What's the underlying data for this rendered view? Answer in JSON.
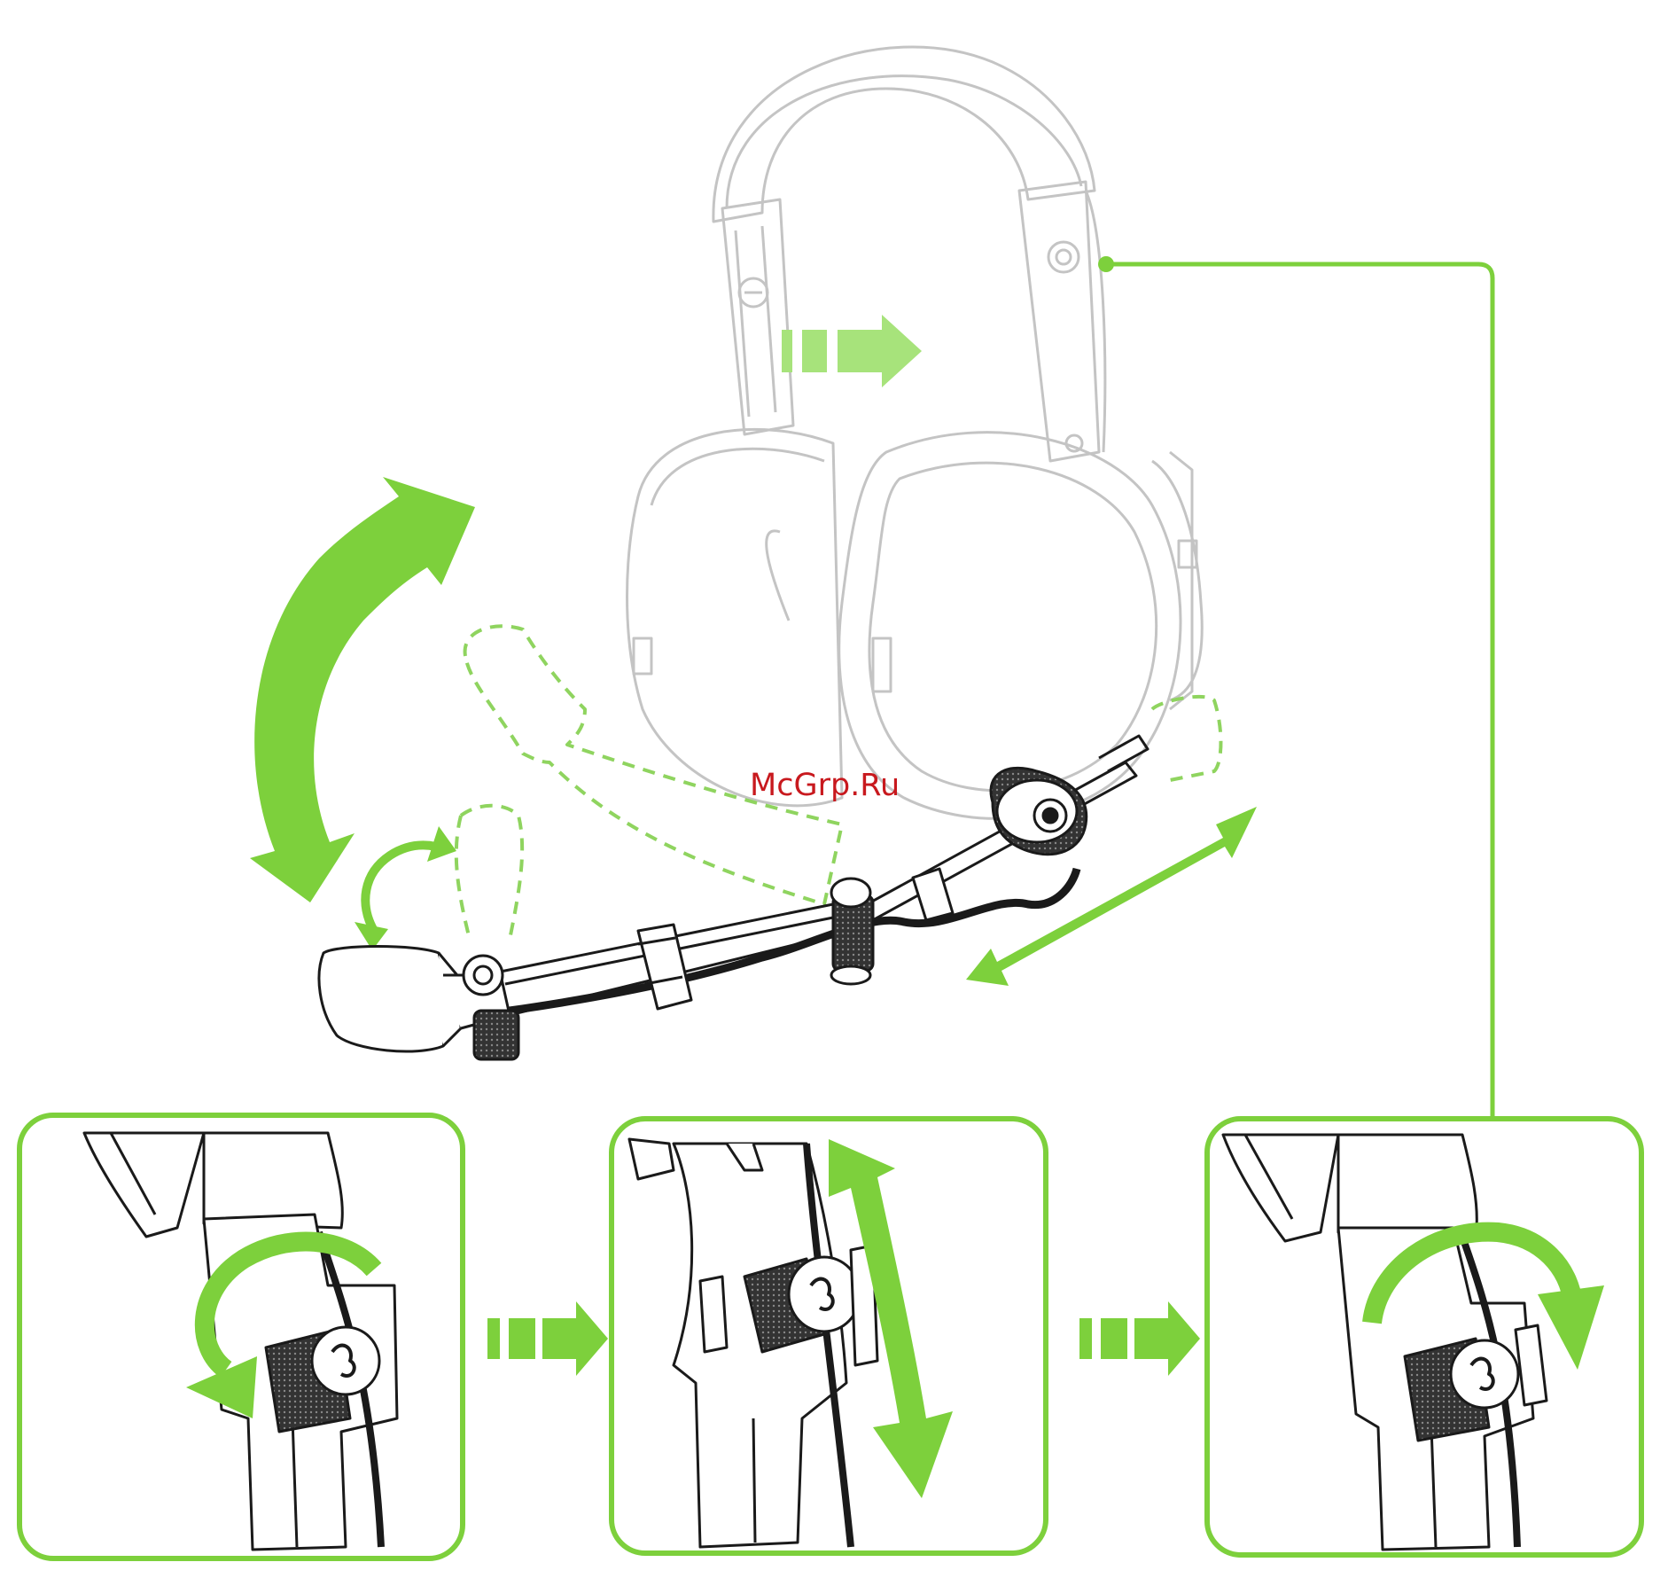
{
  "watermark": {
    "text": "McGrp.Ru",
    "color": "#c8191e"
  },
  "colors": {
    "accent_green": "#7dd03c",
    "light_green": "#a7e37b",
    "dash_green": "#8fd45f",
    "line_art": "#1a1a1a",
    "faded_line_art": "#c4c4c4"
  },
  "steps": [
    {
      "id": "loosen-knob",
      "icon": "rotate-counterclockwise-icon"
    },
    {
      "id": "slide-boom",
      "icon": "vertical-adjust-icon"
    },
    {
      "id": "tighten-knob",
      "icon": "rotate-clockwise-icon"
    }
  ],
  "step_arrow_icon": "dashed-right-arrow-icon"
}
